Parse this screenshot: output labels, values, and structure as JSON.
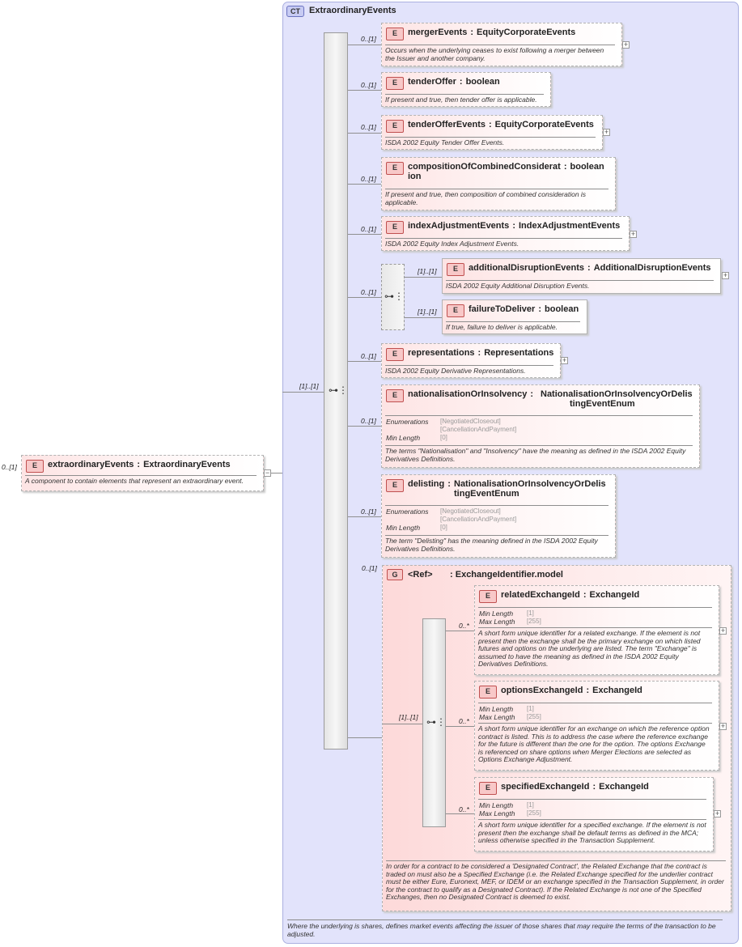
{
  "root": {
    "cardinality": "0..[1]",
    "badge": "E",
    "name": "extraordinaryEvents",
    "separator": ":",
    "type": "ExtraordinaryEvents",
    "doc": "A component to contain elements that represent an extraordinary event."
  },
  "complex_type": {
    "badge": "CT",
    "name": "ExtraordinaryEvents",
    "doc": "Where the underlying is shares, defines market events affecting the issuer of those shares that may require the terms of the transaction to be adjusted."
  },
  "sequence_cardinality": "[1]..[1]",
  "elements": [
    {
      "card": "0..[1]",
      "badge": "E",
      "name": "mergerEvents",
      "sep": ":",
      "type": "EquityCorporateEvents",
      "doc": "Occurs when the underlying ceases to exist following a merger between the Issuer and another company."
    },
    {
      "card": "0..[1]",
      "badge": "E",
      "name": "tenderOffer",
      "sep": ":",
      "type": "boolean",
      "doc": "If present and true, then tender offer is applicable."
    },
    {
      "card": "0..[1]",
      "badge": "E",
      "name": "tenderOfferEvents",
      "sep": ":",
      "type": "EquityCorporateEvents",
      "doc": "ISDA 2002 Equity Tender Offer Events."
    },
    {
      "card": "0..[1]",
      "badge": "E",
      "name": "compositionOfCombinedConsiderat",
      "name2": "ion",
      "sep": ":",
      "type": "boolean",
      "doc": "If present and true, then composition of combined consideration is applicable."
    },
    {
      "card": "0..[1]",
      "badge": "E",
      "name": "indexAdjustmentEvents",
      "sep": ":",
      "type": "IndexAdjustmentEvents",
      "doc": "ISDA 2002 Equity Index Adjustment Events."
    },
    {
      "card": "0..[1]",
      "badge": "E",
      "name": "representations",
      "sep": ":",
      "type": "Representations",
      "doc": "ISDA 2002 Equity Derivative Representations."
    },
    {
      "card": "0..[1]",
      "badge": "E",
      "name": "nationalisationOrInsolvency",
      "sep": ":",
      "type": "NationalisationOrInsolvencyOrDelis",
      "type2": "tingEventEnum",
      "facets": {
        "enum_label": "Enumerations",
        "enum1": "[NegotiatedCloseout]",
        "enum2": "[CancellationAndPayment]",
        "min_label": "Min Length",
        "min": "[0]"
      },
      "doc": "The terms \"Nationalisation\" and \"Insolvency\" have the meaning as defined in the ISDA 2002 Equity Derivatives Definitions."
    },
    {
      "card": "0..[1]",
      "badge": "E",
      "name": "delisting",
      "sep": ":",
      "type": "NationalisationOrInsolvencyOrDelis",
      "type2": "tingEventEnum",
      "facets": {
        "enum_label": "Enumerations",
        "enum1": "[NegotiatedCloseout]",
        "enum2": "[CancellationAndPayment]",
        "min_label": "Min Length",
        "min": "[0]"
      },
      "doc": "The term \"Delisting\" has the meaning defined in the ISDA 2002 Equity Derivatives Definitions."
    }
  ],
  "choice": {
    "cardinality": "0..[1]",
    "items": [
      {
        "card": "[1]..[1]",
        "badge": "E",
        "name": "additionalDisruptionEvents",
        "sep": ":",
        "type": "AdditionalDisruptionEvents",
        "doc": "ISDA 2002 Equity Additional Disruption Events."
      },
      {
        "card": "[1]..[1]",
        "badge": "E",
        "name": "failureToDeliver",
        "sep": ":",
        "type": "boolean",
        "doc": "If true, failure to deliver is applicable."
      }
    ]
  },
  "group": {
    "cardinality": "0..[1]",
    "badge": "G",
    "ref": "<Ref>",
    "sep": ":",
    "type": "ExchangeIdentifier.model",
    "sequence_cardinality": "[1]..[1]",
    "doc": "In order for a contract to be considered a 'Designated Contract', the Related Exchange that the contract is traded on must also be a Specified Exchange (i.e. the Related Exchange specified for the underlier contract must be either Eure, Euronext, MEF, or IDEM or an exchange specified in the Transaction Supplement, in order for the contract to qualify as a Designated Contract). If the Related Exchange is not one of the Specified Exchanges, then no Designated Contract is deemed to exist.",
    "items": [
      {
        "card": "0..*",
        "badge": "E",
        "name": "relatedExchangeId",
        "sep": ":",
        "type": "ExchangeId",
        "facets": {
          "min_label": "Min Length",
          "min": "[1]",
          "max_label": "Max Length",
          "max": "[255]"
        },
        "doc": "A short form unique identifier for a related exchange. If the element is not present then the exchange shall be the primary exchange on which listed futures and options on the underlying are listed. The term \"Exchange\" is assumed to have the meaning as defined in the ISDA 2002 Equity Derivatives Definitions."
      },
      {
        "card": "0..*",
        "badge": "E",
        "name": "optionsExchangeId",
        "sep": ":",
        "type": "ExchangeId",
        "facets": {
          "min_label": "Min Length",
          "min": "[1]",
          "max_label": "Max Length",
          "max": "[255]"
        },
        "doc": "A short form unique identifier for an exchange on which the reference option contract is listed. This is to address the case where the reference exchange for the future is different than the one for the option. The options Exchange is referenced on share options when Merger Elections are selected as Options Exchange Adjustment."
      },
      {
        "card": "0..*",
        "badge": "E",
        "name": "specifiedExchangeId",
        "sep": ":",
        "type": "ExchangeId",
        "facets": {
          "min_label": "Min Length",
          "min": "[1]",
          "max_label": "Max Length",
          "max": "[255]"
        },
        "doc": "A short form unique identifier for a specified exchange. If the element is not present then the exchange shall be default terms as defined in the MCA; unless otherwise specified in the Transaction Supplement."
      }
    ]
  },
  "icons": {
    "sequence": "sequence-icon",
    "choice": "choice-icon",
    "expand": "expand-icon",
    "collapse": "collapse-icon"
  },
  "expand_glyph": "+",
  "collapse_glyph": "−"
}
